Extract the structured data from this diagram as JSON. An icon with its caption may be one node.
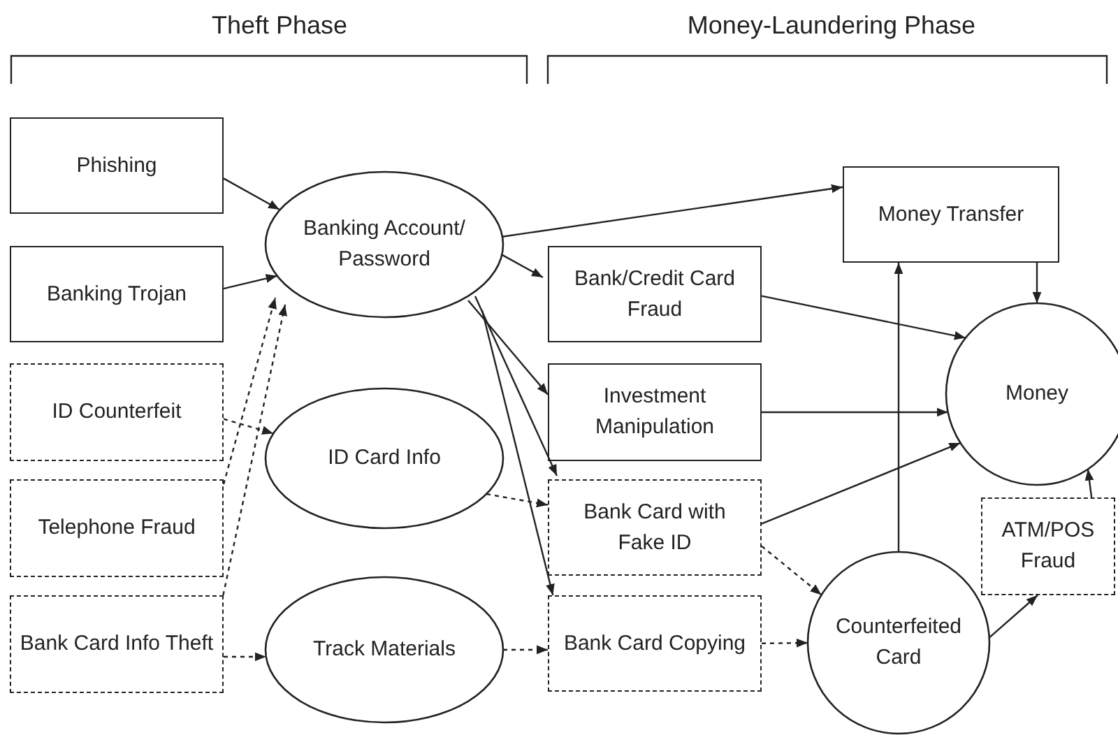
{
  "diagram": {
    "nodes": [
      {
        "text": [
          "Phishing"
        ]
      },
      {
        "text": [
          "Banking Trojan"
        ]
      },
      {
        "text": [
          "ID Counterfeit"
        ]
      },
      {
        "text": [
          "Telephone Fraud"
        ]
      },
      {
        "text": [
          "Bank Card Info Theft"
        ]
      },
      {
        "text": [
          "Banking Account/ Password"
        ]
      },
      {
        "text": [
          "ID Card Info"
        ]
      },
      {
        "text": [
          "Track Materials"
        ]
      },
      {
        "text": [
          "Bank/Credit Card Fraud"
        ]
      },
      {
        "text": [
          "Investment Manipulation"
        ]
      },
      {
        "text": [
          "Bank Card with Fake ID"
        ]
      },
      {
        "text": [
          "Bank Card Copying"
        ]
      },
      {
        "text": [
          "Money Transfer"
        ]
      },
      {
        "text": [
          "Money"
        ]
      },
      {
        "text": [
          "Counterfeited Card"
        ]
      },
      {
        "text": [
          "ATM/POS Fraud"
        ]
      }
    ],
    "edges": [
      {
        "from": 0,
        "to": 5,
        "arrow": "to"
      },
      {
        "from": 1,
        "to": 5,
        "arrow": "to"
      },
      {
        "from": 2,
        "to": 6,
        "arrow": "to",
        "style": "dashed"
      },
      {
        "from": 3,
        "to": 5,
        "arrow": "to",
        "style": "dashed"
      },
      {
        "from": 4,
        "to": 5,
        "arrow": "to",
        "style": "dashed"
      },
      {
        "from": 4,
        "to": 7,
        "arrow": "to",
        "style": "dashed"
      },
      {
        "from": 5,
        "to": 12,
        "arrow": "to"
      },
      {
        "from": 5,
        "to": 8,
        "arrow": "to"
      },
      {
        "from": 5,
        "to": 9,
        "arrow": "to"
      },
      {
        "from": 5,
        "to": 10,
        "arrow": "to"
      },
      {
        "from": 5,
        "to": 11,
        "arrow": "to"
      },
      {
        "from": 6,
        "to": 10,
        "arrow": "to",
        "style": "dashed"
      },
      {
        "from": 7,
        "to": 11,
        "arrow": "to",
        "style": "dashed"
      },
      {
        "from": 8,
        "to": 13,
        "arrow": "to"
      },
      {
        "from": 9,
        "to": 13,
        "arrow": "to"
      },
      {
        "from": 10,
        "to": 13,
        "arrow": "to"
      },
      {
        "from": 10,
        "to": 14,
        "arrow": "to",
        "style": "dashed"
      },
      {
        "from": 11,
        "to": 14,
        "arrow": "to",
        "style": "dashed"
      },
      {
        "from": 14,
        "to": 12,
        "arrow": "to"
      },
      {
        "from": 12,
        "to": 13,
        "arrow": "to"
      },
      {
        "from": 14,
        "to": 15,
        "arrow": "to"
      },
      {
        "from": 15,
        "to": 13,
        "arrow": "to"
      }
    ],
    "labels": [
      "Theft Phase",
      "Money-Laundering Phase"
    ]
  }
}
